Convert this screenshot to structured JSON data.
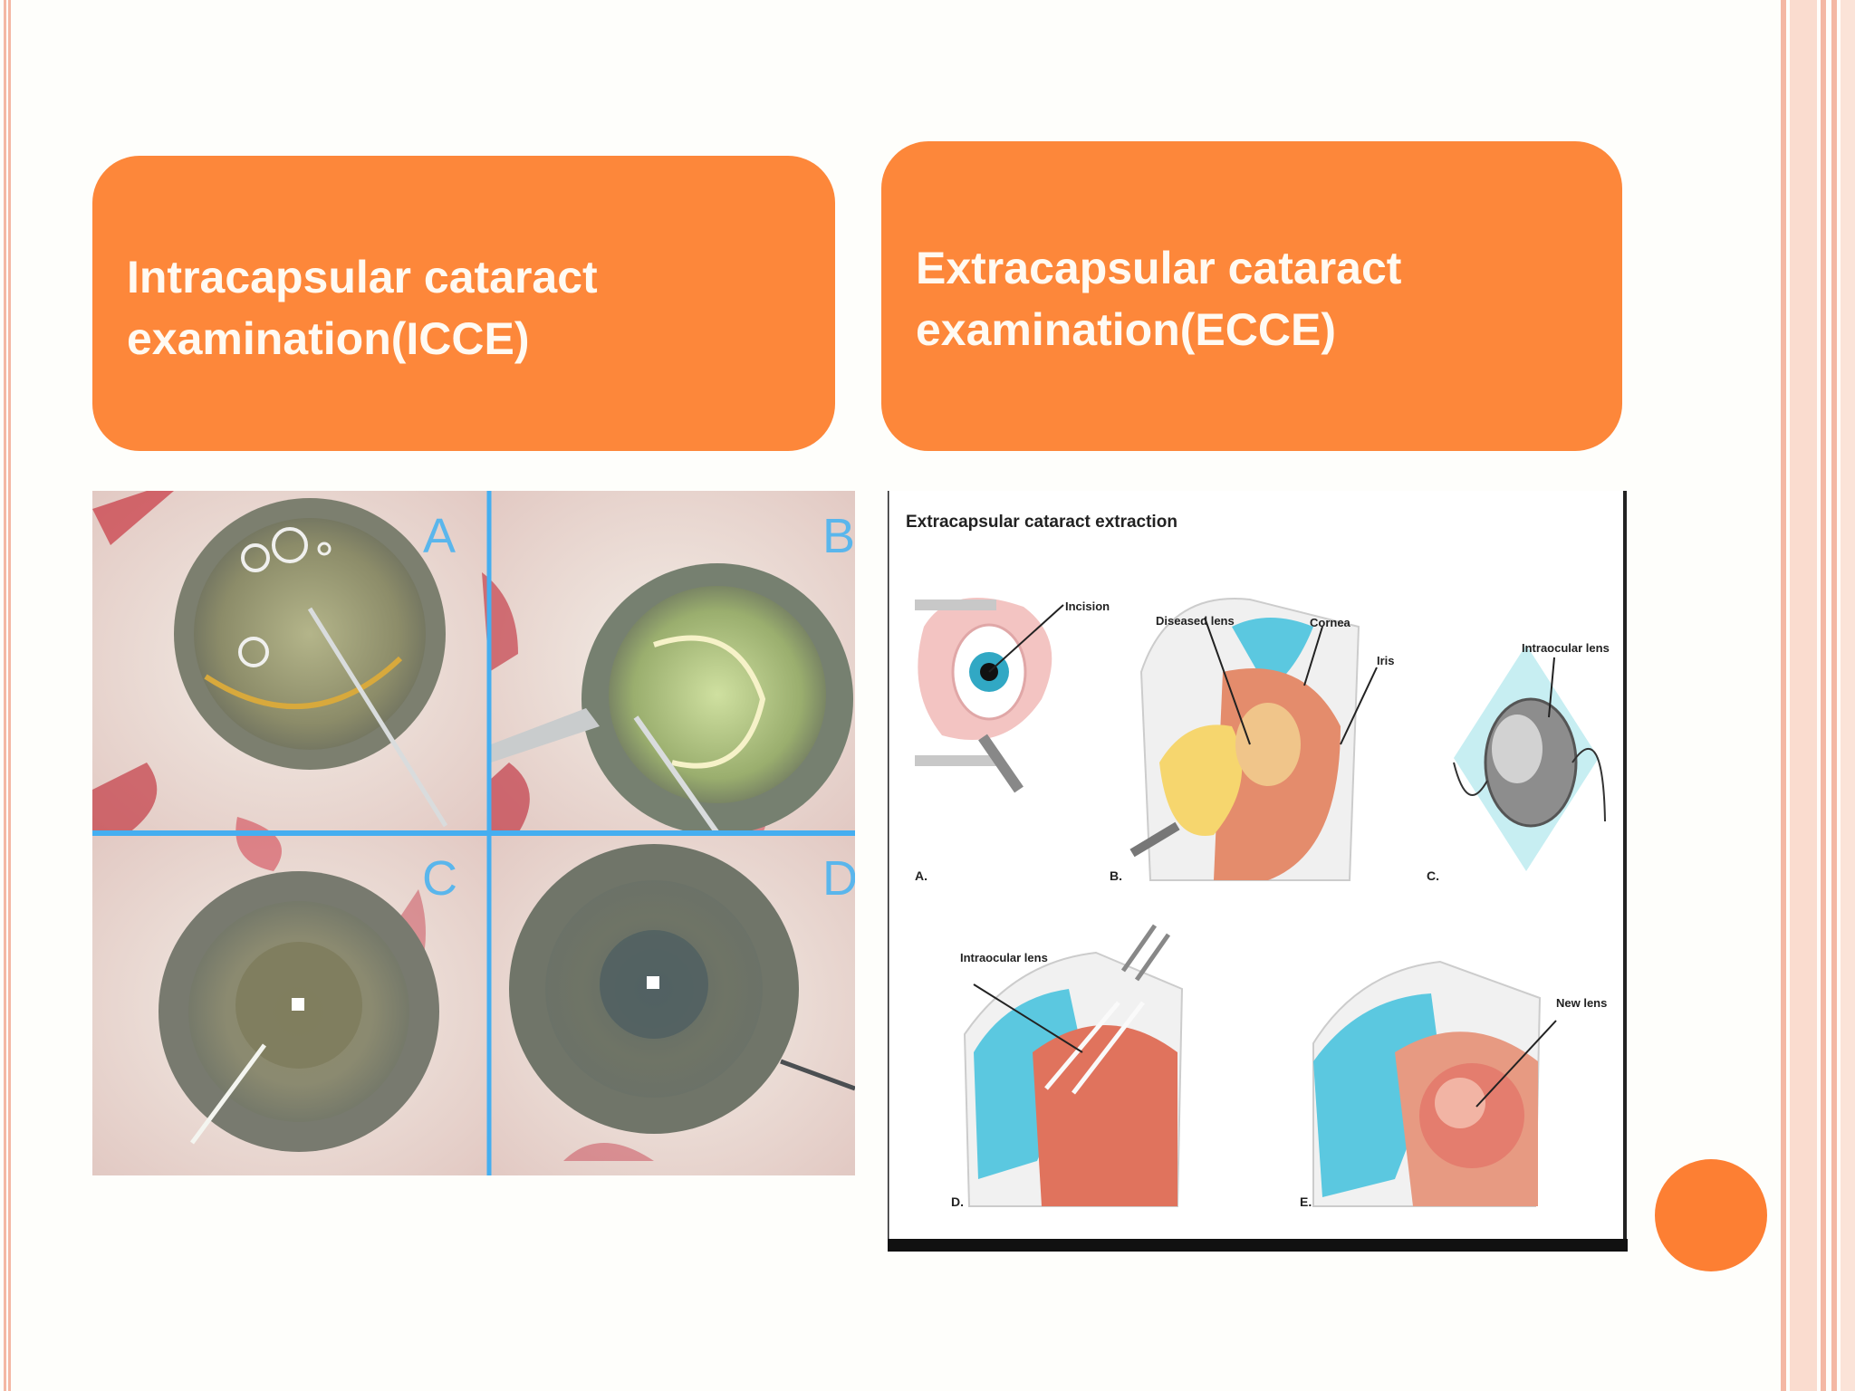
{
  "slide": {
    "left_heading": {
      "line1": "Intracapsular cataract",
      "line2": "examination(ICCE)"
    },
    "right_heading": {
      "line1": "Extracapsular cataract",
      "line2": "examination(ECCE)"
    },
    "photo_panels": [
      "A",
      "B",
      "C",
      "D"
    ],
    "diagram": {
      "title": "Extracapsular cataract extraction",
      "labels": {
        "incision": "Incision",
        "diseased_lens": "Diseased lens",
        "cornea": "Cornea",
        "iris": "Iris",
        "intraocular_lens_c": "Intraocular lens",
        "intraocular_lens_d": "Intraocular lens",
        "new_lens": "New lens"
      },
      "step_letters": [
        "A.",
        "B.",
        "C.",
        "D.",
        "E."
      ]
    }
  },
  "colors": {
    "accent_orange": "#fd873a",
    "frame_salmon": "#f4b8a4",
    "cyan_panel_lines": "#45aef0"
  }
}
